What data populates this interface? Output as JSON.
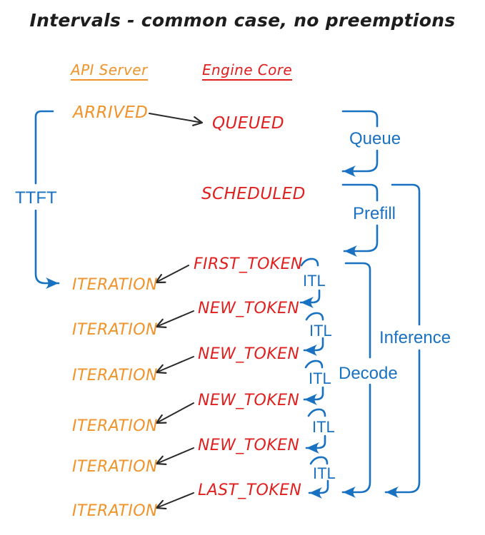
{
  "title": "Intervals - common case, no preemptions",
  "columns": {
    "api_server": "API Server",
    "engine_core": "Engine Core"
  },
  "api_server_events": {
    "arrived": "ARRIVED",
    "iterations": [
      "ITERATION",
      "ITERATION",
      "ITERATION",
      "ITERATION",
      "ITERATION",
      "ITERATION"
    ]
  },
  "engine_core_events": {
    "queued": "QUEUED",
    "scheduled": "SCHEDULED",
    "tokens": [
      "FIRST_TOKEN",
      "NEW_TOKEN",
      "NEW_TOKEN",
      "NEW_TOKEN",
      "NEW_TOKEN",
      "LAST_TOKEN"
    ]
  },
  "interval_labels": {
    "ttft": "TTFT",
    "queue": "Queue",
    "prefill": "Prefill",
    "inference": "Inference",
    "decode": "Decode",
    "itl": [
      "ITL",
      "ITL",
      "ITL",
      "ITL",
      "ITL"
    ]
  },
  "colors": {
    "api_server": "#f0932a",
    "engine_core": "#e01f1f",
    "interval": "#1971c2",
    "title_text": "#1d1d1d",
    "connector": "#2a2a2a",
    "background": "#ffffff"
  }
}
